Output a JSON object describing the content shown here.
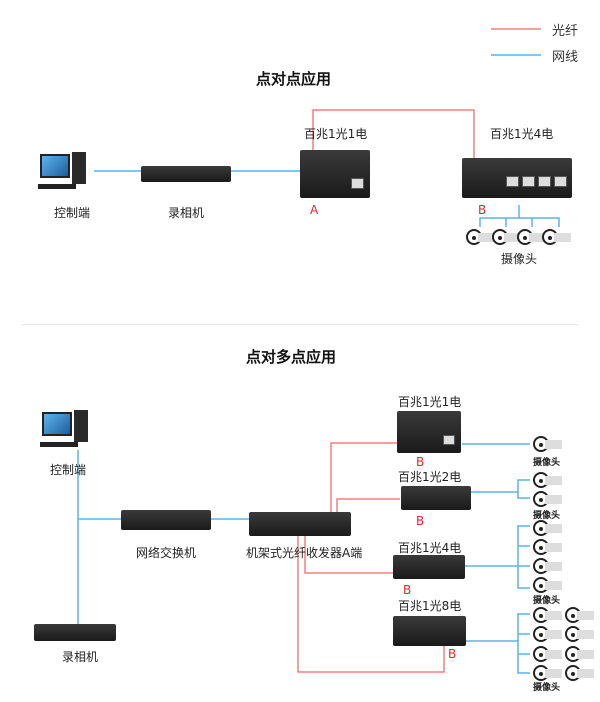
{
  "legend": {
    "fiber": {
      "label": "光纤",
      "color": "#f08080"
    },
    "network": {
      "label": "网线",
      "color": "#5ab4ea"
    }
  },
  "section1": {
    "title": "点对点应用",
    "devices": {
      "pc": "控制端",
      "nvr": "录相机",
      "conv_a": "百兆1光1电",
      "conv_b": "百兆1光4电",
      "cameras": "摄像头"
    },
    "marks": {
      "a": "A",
      "b": "B"
    }
  },
  "section2": {
    "title": "点对多点应用",
    "devices": {
      "pc": "控制端",
      "nvr": "录相机",
      "switch": "网络交换机",
      "rack": "机架式光纤收发器A端",
      "conv1": "百兆1光1电",
      "conv2": "百兆1光2电",
      "conv4": "百兆1光4电",
      "conv8": "百兆1光8电",
      "cam1": "摄像头",
      "cam2": "摄像头",
      "cam4": "摄像头",
      "cam8": "摄像头"
    },
    "marks": {
      "b1": "B",
      "b2": "B",
      "b4": "B",
      "b8": "B"
    }
  }
}
